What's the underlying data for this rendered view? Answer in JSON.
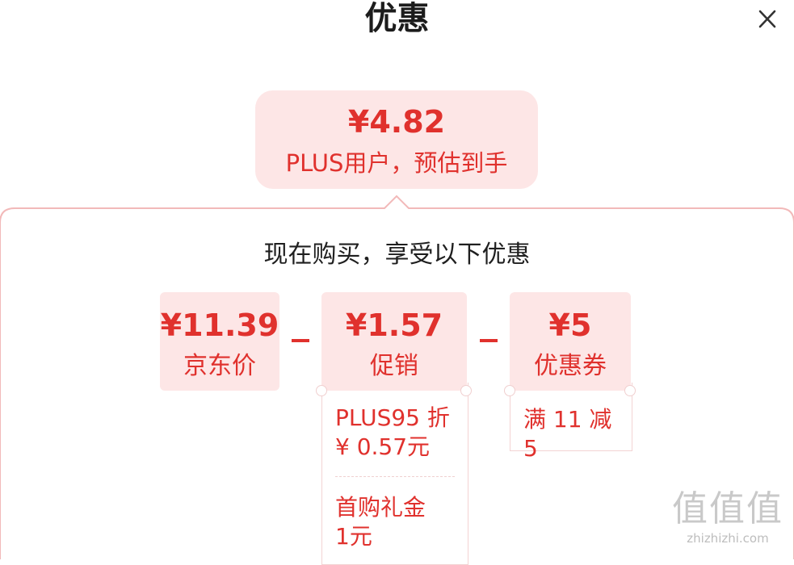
{
  "header": {
    "title": "优惠"
  },
  "estimate": {
    "price": "¥4.82",
    "label": "PLUS用户，预估到手"
  },
  "breakdown": {
    "heading": "现在购买，享受以下优惠",
    "jd_price": {
      "amount": "¥11.39",
      "label": "京东价"
    },
    "promotion": {
      "amount": "¥1.57",
      "label": "促销",
      "details": [
        {
          "line1": "PLUS95 折",
          "line2": "¥ 0.57元"
        },
        {
          "line1": "首购礼金",
          "line2": "1元"
        }
      ]
    },
    "coupon": {
      "amount": "¥5",
      "label": "优惠券",
      "details": [
        {
          "line1": "满 11 减 5"
        }
      ]
    },
    "operators": [
      "-",
      "-"
    ]
  },
  "watermark": {
    "logo_text": "值值值",
    "domain": "zhizhizhi.com"
  },
  "colors": {
    "accent": "#e0312d",
    "tile_bg": "#fde6e6",
    "panel_border": "#f2b9b9"
  },
  "icons": {
    "close": "close-icon"
  }
}
